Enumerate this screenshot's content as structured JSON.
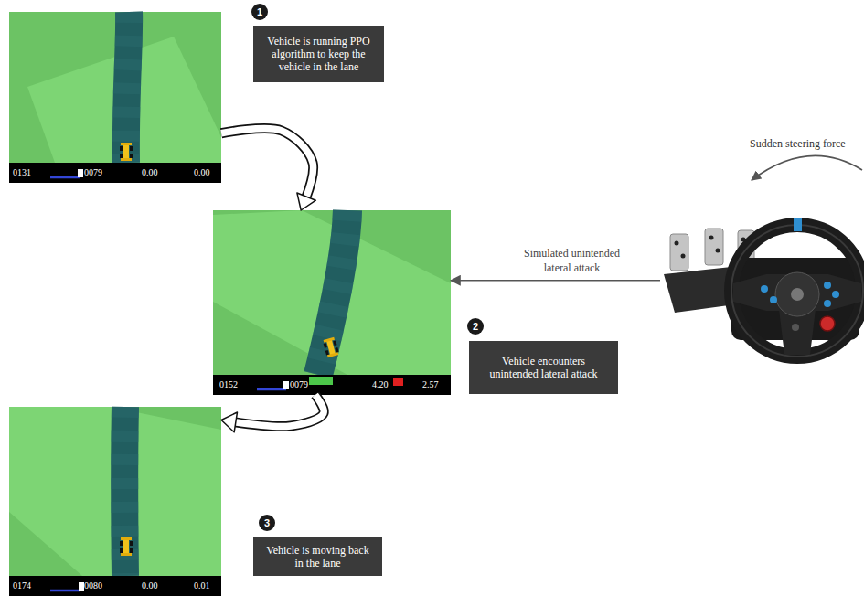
{
  "diagram": {
    "nodes": [
      {
        "text": [
          "0131",
          "0079",
          "0.00",
          "0.00"
        ]
      },
      {
        "text": [
          "1",
          "Vehicle is running PPO algorithm to keep the vehicle in the lane"
        ]
      },
      {
        "text": [
          "0152",
          "0079",
          "4.20",
          "2.57"
        ]
      },
      {
        "text": [
          "Sudden steering force"
        ]
      },
      {
        "text": [
          "2",
          "Vehicle encounters unintended lateral attack"
        ]
      },
      {
        "text": [
          "0174",
          "0080",
          "0.00",
          "0.01"
        ]
      },
      {
        "text": [
          "3",
          "Vehicle is moving back in the lane"
        ]
      }
    ],
    "edges": [
      {
        "from": 0,
        "to": 2,
        "arrow": "to"
      },
      {
        "from": 2,
        "to": 5,
        "arrow": "to"
      },
      {
        "from": 3,
        "to": 2,
        "label": "Simulated unintended lateral attack",
        "arrow": "to"
      }
    ]
  }
}
